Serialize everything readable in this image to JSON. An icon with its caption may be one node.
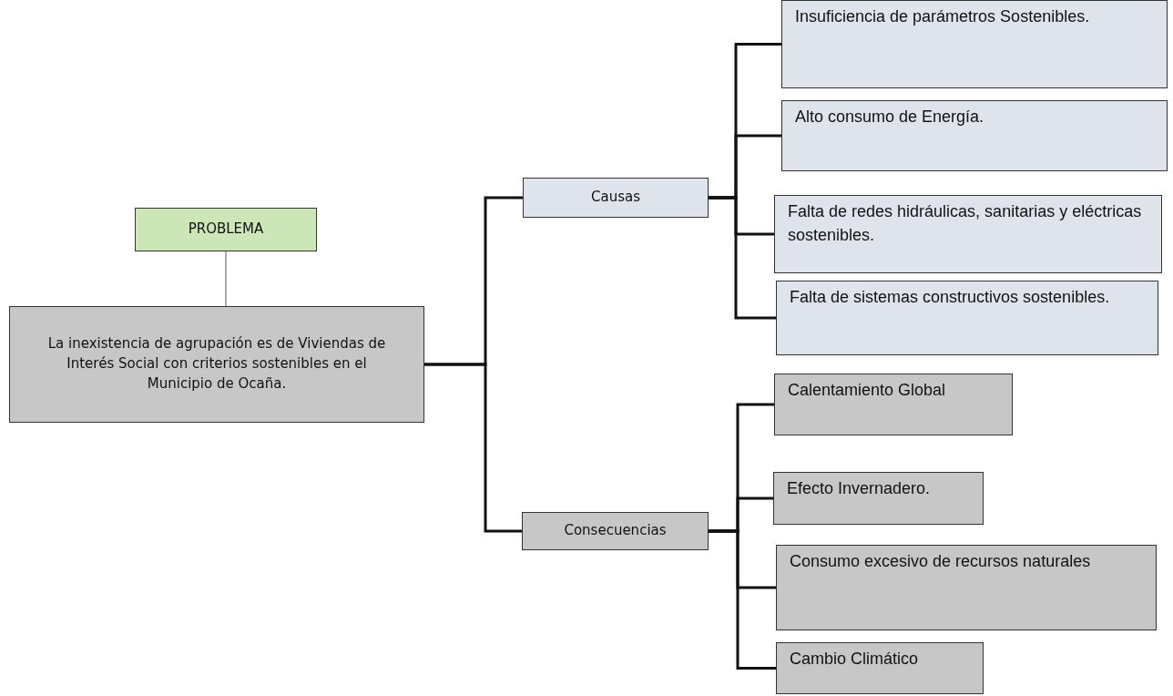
{
  "diagram": {
    "nodes": [
      {
        "text": [
          "PROBLEMA"
        ]
      },
      {
        "text": [
          "La inexistencia de agrupación es de Viviendas de Interés Social con criterios sostenibles en el Municipio de Ocaña."
        ]
      },
      {
        "text": [
          "Causas"
        ]
      },
      {
        "text": [
          "Consecuencias"
        ]
      },
      {
        "text": [
          "Insuficiencia de parámetros Sostenibles."
        ]
      },
      {
        "text": [
          "Alto consumo de Energía."
        ]
      },
      {
        "text": [
          "Falta de redes hidráulicas, sanitarias y eléctricas sostenibles."
        ]
      },
      {
        "text": [
          "Falta de sistemas constructivos sostenibles."
        ]
      },
      {
        "text": [
          "Calentamiento Global"
        ]
      },
      {
        "text": [
          "Efecto Invernadero."
        ]
      },
      {
        "text": [
          "Consumo excesivo de recursos naturales"
        ]
      },
      {
        "text": [
          "Cambio Climático"
        ]
      }
    ],
    "edges": [
      {
        "from": 0,
        "to": 1,
        "arrow": "none",
        "color": "#777777"
      },
      {
        "from": 1,
        "to": 2,
        "arrow": "none"
      },
      {
        "from": 1,
        "to": 3,
        "arrow": "none"
      },
      {
        "from": 2,
        "to": 4,
        "arrow": "none"
      },
      {
        "from": 2,
        "to": 5,
        "arrow": "none"
      },
      {
        "from": 2,
        "to": 6,
        "arrow": "none"
      },
      {
        "from": 2,
        "to": 7,
        "arrow": "none"
      },
      {
        "from": 3,
        "to": 8,
        "arrow": "none"
      },
      {
        "from": 3,
        "to": 9,
        "arrow": "none"
      },
      {
        "from": 3,
        "to": 10,
        "arrow": "none"
      },
      {
        "from": 3,
        "to": 11,
        "arrow": "none"
      }
    ]
  }
}
